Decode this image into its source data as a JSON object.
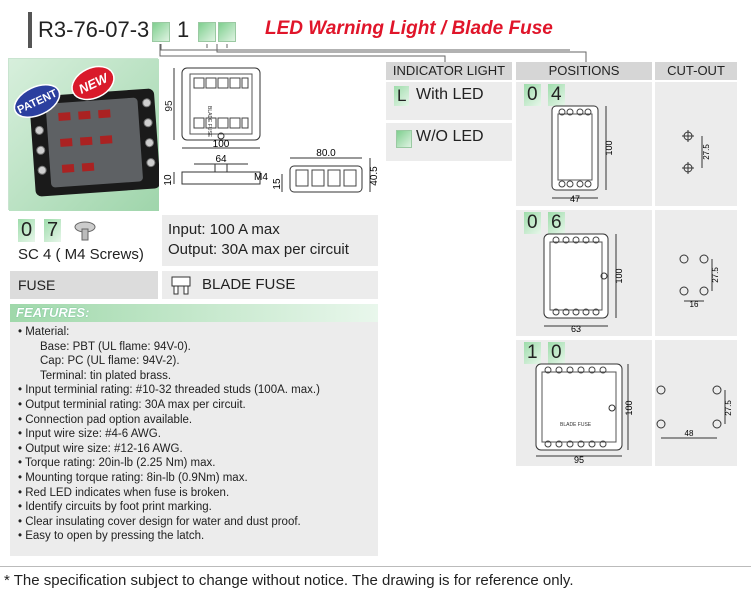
{
  "header": {
    "part_prefix": "R3-76-07-3",
    "part_digit": "1",
    "title": "LED Warning Light / Blade Fuse"
  },
  "badges": {
    "patent": "PATENT",
    "new": "NEW"
  },
  "drawing": {
    "dims": {
      "d95": "95",
      "d100": "100",
      "d64": "64",
      "d80": "80.0",
      "d10": "10",
      "dm4": "M4",
      "d15": "15",
      "d40_5": "40.5"
    },
    "label": "BLADE FUSE"
  },
  "stud": {
    "digits": [
      "0",
      "7"
    ],
    "label": "SC 4 ( M4 Screws)"
  },
  "ratings": {
    "input": "Input: 100 A max",
    "output": "Output: 30A max per circuit"
  },
  "fuse": {
    "label": "FUSE",
    "type": "BLADE FUSE"
  },
  "features": {
    "title": "FEATURES:",
    "items": [
      "• Material:",
      "Base: PBT (UL flame: 94V-0).",
      "Cap: PC (UL flame: 94V-2).",
      "Terminal: tin plated brass.",
      "• Input terminial rating: #10-32 threaded studs (100A. max.)",
      "• Output terminial rating: 30A max per circuit.",
      "• Connection pad option available.",
      "• Input wire size: #4-6 AWG.",
      "• Output wire size: #12-16 AWG.",
      "• Torque rating: 20in-lb (2.25 Nm) max.",
      "• Mounting torque rating: 8in-lb (0.9Nm) max.",
      "• Red LED indicates when fuse is broken.",
      "• Identify circuits by foot print marking.",
      "• Clear insulating cover design for water and dust proof.",
      "• Easy to open by pressing the latch."
    ]
  },
  "table": {
    "headers": {
      "indicator": "INDICATOR LIGHT",
      "positions": "POSITIONS",
      "cutout": "CUT-OUT"
    },
    "indicator": {
      "led_code": "L",
      "led_label": "With LED",
      "wo_label": "W/O LED"
    },
    "rows": [
      {
        "code": [
          "0",
          "4"
        ],
        "width": "47",
        "height": "100",
        "cut_dim": "27.5"
      },
      {
        "code": [
          "0",
          "6"
        ],
        "width": "63",
        "height": "100",
        "cut_dim": "27.5",
        "cut_dim2": "16"
      },
      {
        "code": [
          "1",
          "0"
        ],
        "width": "95",
        "height": "100",
        "cut_dim": "27.5",
        "cut_dim2": "48",
        "label": "BLADE FUSE"
      }
    ]
  },
  "footer": "* The specification subject to change without notice. The drawing is for reference only."
}
